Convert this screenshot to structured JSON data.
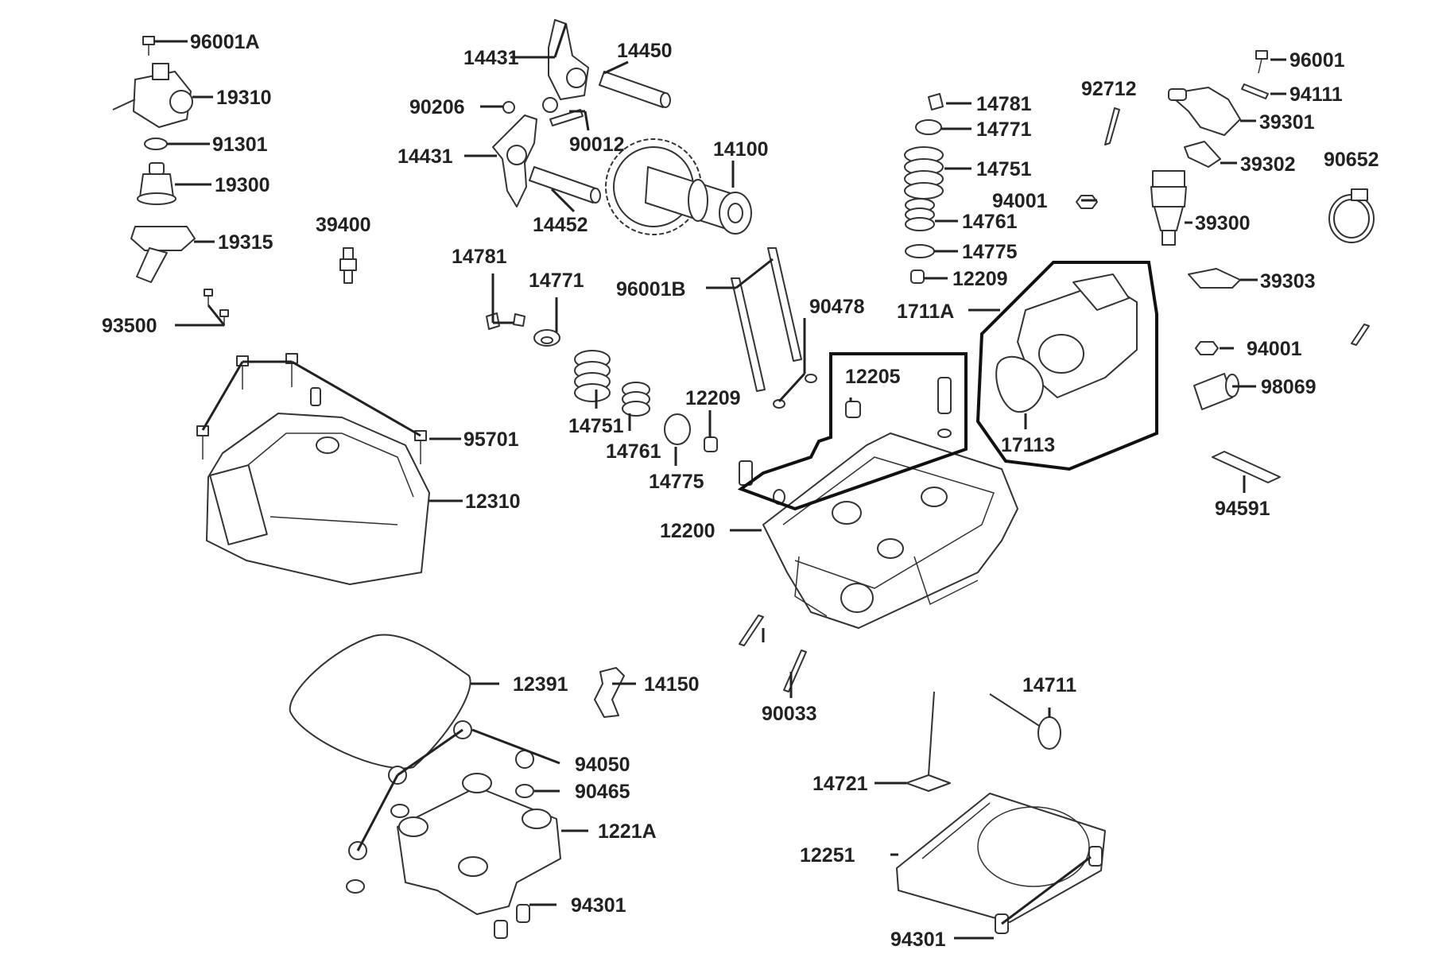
{
  "colors": {
    "ink": "#222222",
    "background": "#ffffff"
  },
  "labels": {
    "p96001A": "96001A",
    "p19310": "19310",
    "p91301": "91301",
    "p19300": "19300",
    "p19315": "19315",
    "p39400": "39400",
    "p93500": "93500",
    "p14431a": "14431",
    "p14450": "14450",
    "p90206": "90206",
    "p90012": "90012",
    "p14431b": "14431",
    "p14100": "14100",
    "p14452": "14452",
    "p14781a": "14781",
    "p14771a": "14771",
    "p96001B": "96001B",
    "p90478": "90478",
    "p95701": "95701",
    "p12310": "12310",
    "p14751a": "14751",
    "p14761a": "14761",
    "p12209a": "12209",
    "p14775a": "14775",
    "p12205": "12205",
    "p12200": "12200",
    "p14781b": "14781",
    "p14771b": "14771",
    "p14751b": "14751",
    "p94001a": "94001",
    "p14761b": "14761",
    "p14775b": "14775",
    "p12209b": "12209",
    "p1711A": "1711A",
    "p17113": "17113",
    "p92712": "92712",
    "p96001": "96001",
    "p94111": "94111",
    "p39301": "39301",
    "p39302": "39302",
    "p90652": "90652",
    "p39300": "39300",
    "p39303": "39303",
    "p94001b": "94001",
    "p98069": "98069",
    "p94591": "94591",
    "p12391": "12391",
    "p14150": "14150",
    "p90033": "90033",
    "p14711": "14711",
    "p94050": "94050",
    "p90465": "90465",
    "p1221A": "1221A",
    "p94301a": "94301",
    "p14721": "14721",
    "p12251": "12251",
    "p94301b": "94301"
  }
}
